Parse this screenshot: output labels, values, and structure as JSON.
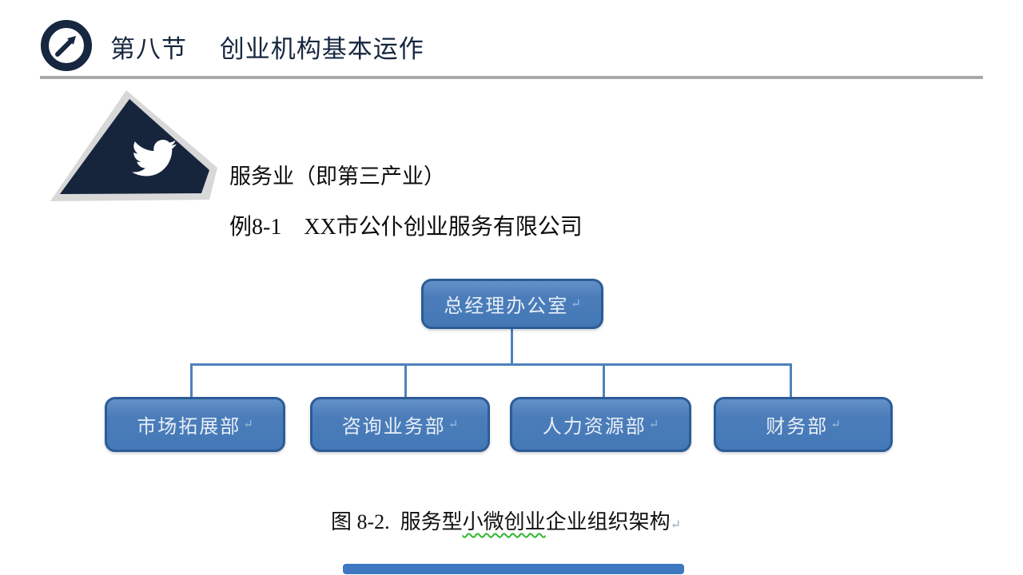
{
  "header": {
    "title": "第八节　 创业机构基本运作"
  },
  "content": {
    "line1": "服务业（即第三产业）",
    "line2": "例8-1　XX市公仆创业服务有限公司"
  },
  "org_chart": {
    "root": {
      "label": "总经理办公室",
      "return_mark": "↵"
    },
    "children": [
      {
        "label": "市场拓展部",
        "return_mark": "↵"
      },
      {
        "label": "咨询业务部",
        "return_mark": "↵"
      },
      {
        "label": "人力资源部",
        "return_mark": "↵"
      },
      {
        "label": "财务部",
        "return_mark": "↵"
      }
    ]
  },
  "caption": {
    "prefix": "图 8-2.  服务型",
    "highlight": "小微创业",
    "suffix": "企业组织架构",
    "return_mark": "↵"
  },
  "icons": {
    "header": "arrow-up-right-circle-icon",
    "flag": "twitter-bird-icon"
  },
  "colors": {
    "navy": "#16273f",
    "rule_gray": "#a9a9a9",
    "flag_shadow": "#d8d8d8",
    "box_fill": "#4b7dba",
    "box_border": "#2b5c97",
    "connector": "#4f81bd",
    "box_text": "#e8eef7",
    "squiggle_green": "#2eb82e",
    "footer_bar_blue": "#3d78c1"
  }
}
